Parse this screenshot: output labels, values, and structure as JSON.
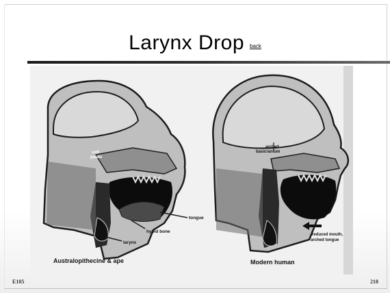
{
  "slide": {
    "title": "Larynx Drop",
    "back_link": "back",
    "footer_left": "E105",
    "footer_right": "218"
  },
  "figure": {
    "left_panel": {
      "caption": "Australopithecine & ape",
      "labels": {
        "soft_palate": [
          "soft",
          "palate"
        ],
        "tongue": "tongue",
        "hyoid_bone": "hyoid bone",
        "larynx": "larynx"
      }
    },
    "right_panel": {
      "caption": "Modern human",
      "labels": {
        "arched_basicranium": [
          "arched",
          "basicranium"
        ],
        "reduced_mouth": [
          "reduced mouth,",
          "arched tongue"
        ]
      }
    }
  },
  "colors": {
    "skull": "#d9d9d9",
    "outline": "#1c1c1c",
    "tissue": "#3b3b3b",
    "mouth": "#0c0c0c",
    "figure_bg": "#f1f1f1"
  }
}
